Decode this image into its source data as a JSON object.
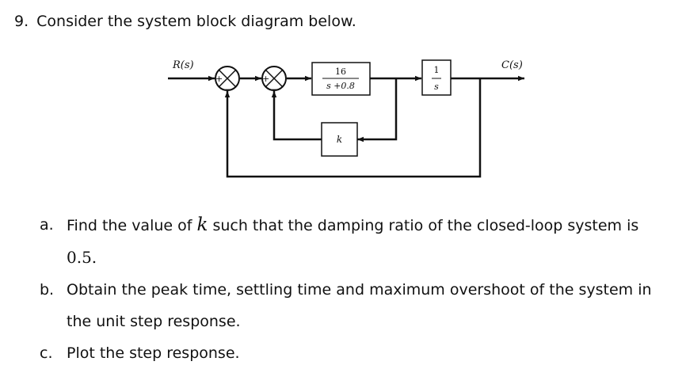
{
  "question": {
    "number": "9.",
    "text": "Consider the system block diagram below."
  },
  "diagram": {
    "input_label": "R(s)",
    "output_label": "C(s)",
    "summer1_signs": [
      "+",
      "−"
    ],
    "summer2_signs": [
      "+",
      "−"
    ],
    "block1": {
      "numerator": "16",
      "denominator": "s +0.8"
    },
    "block2": {
      "numerator": "1",
      "denominator": "s"
    },
    "feedback_block": "k"
  },
  "parts": [
    {
      "label": "a.",
      "text_before": "Find the value of ",
      "variable": "k",
      "text_after": " such that the damping ratio of the closed-loop system is",
      "value": "0.5."
    },
    {
      "label": "b.",
      "line1": "Obtain the peak time, settling time and maximum overshoot of the system in",
      "line2": "the unit step response."
    },
    {
      "label": "c.",
      "text": "Plot the step response."
    }
  ]
}
